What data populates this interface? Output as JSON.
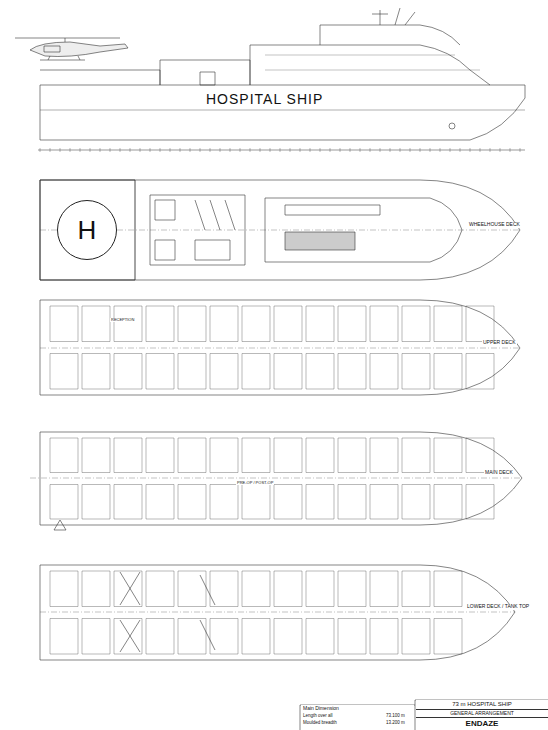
{
  "diagram": {
    "title": "HOSPITAL SHIP",
    "nodes": [
      {
        "text": [
          "H"
        ]
      },
      {
        "text": [
          "73 m HOSPITAL SHIP"
        ]
      },
      {
        "text": [
          "GENERAL ARRANGEMENT"
        ]
      },
      {
        "text": [
          "ENDAZE"
        ]
      },
      {
        "text": [
          "Main Dimension"
        ]
      }
    ],
    "labels": [
      "WHEELHOUSE DECK",
      "UPPER DECK",
      "MAIN DECK",
      "LOWER DECK / TANK TOP",
      "RECEPTION",
      "PRE-OP / POST-OP",
      "Length over all",
      "73.100 m",
      "Moulded breadth",
      "13.200 m"
    ]
  }
}
